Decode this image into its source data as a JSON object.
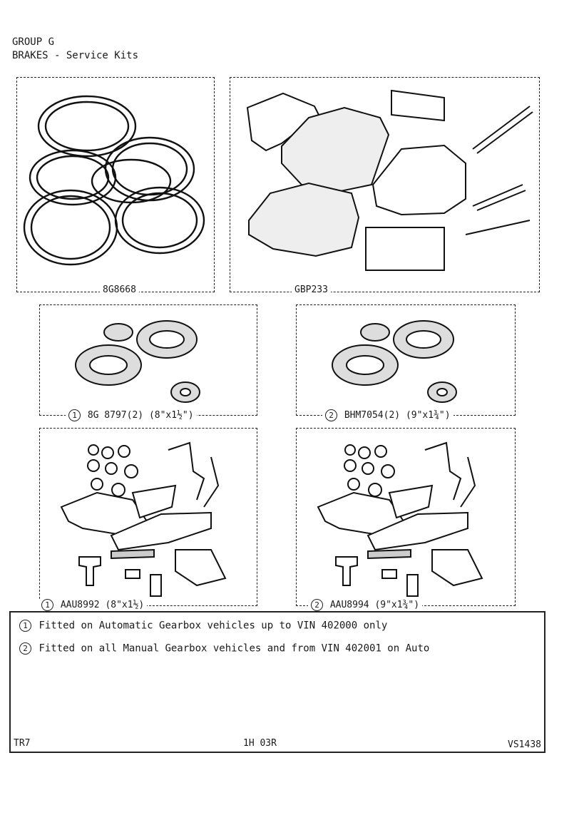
{
  "header": {
    "group": "GROUP G",
    "title": "BRAKES - Service Kits"
  },
  "panels": {
    "seals_kit": {
      "part": "8G8668"
    },
    "pads_kit": {
      "part": "GBP233"
    },
    "cyl_kit_1": {
      "ref": "1",
      "part": "8G 8797(2)",
      "size": "(8\"x1½\")"
    },
    "cyl_kit_2": {
      "ref": "2",
      "part": "BHM7054(2)",
      "size": "(9\"x1¾\")"
    },
    "adj_kit_1": {
      "ref": "1",
      "part": "AAU8992",
      "size": "(8\"x1½)"
    },
    "adj_kit_2": {
      "ref": "2",
      "part": "AAU8994",
      "size": "(9\"x1¾\")"
    }
  },
  "notes": [
    {
      "ref": "1",
      "text": "Fitted on Automatic Gearbox vehicles up to VIN 402000 only"
    },
    {
      "ref": "2",
      "text": "Fitted on all Manual Gearbox vehicles and from VIN 402001 on Auto"
    }
  ],
  "footer": {
    "left": "TR7",
    "center": "1H 03R",
    "right": "VS1438"
  }
}
